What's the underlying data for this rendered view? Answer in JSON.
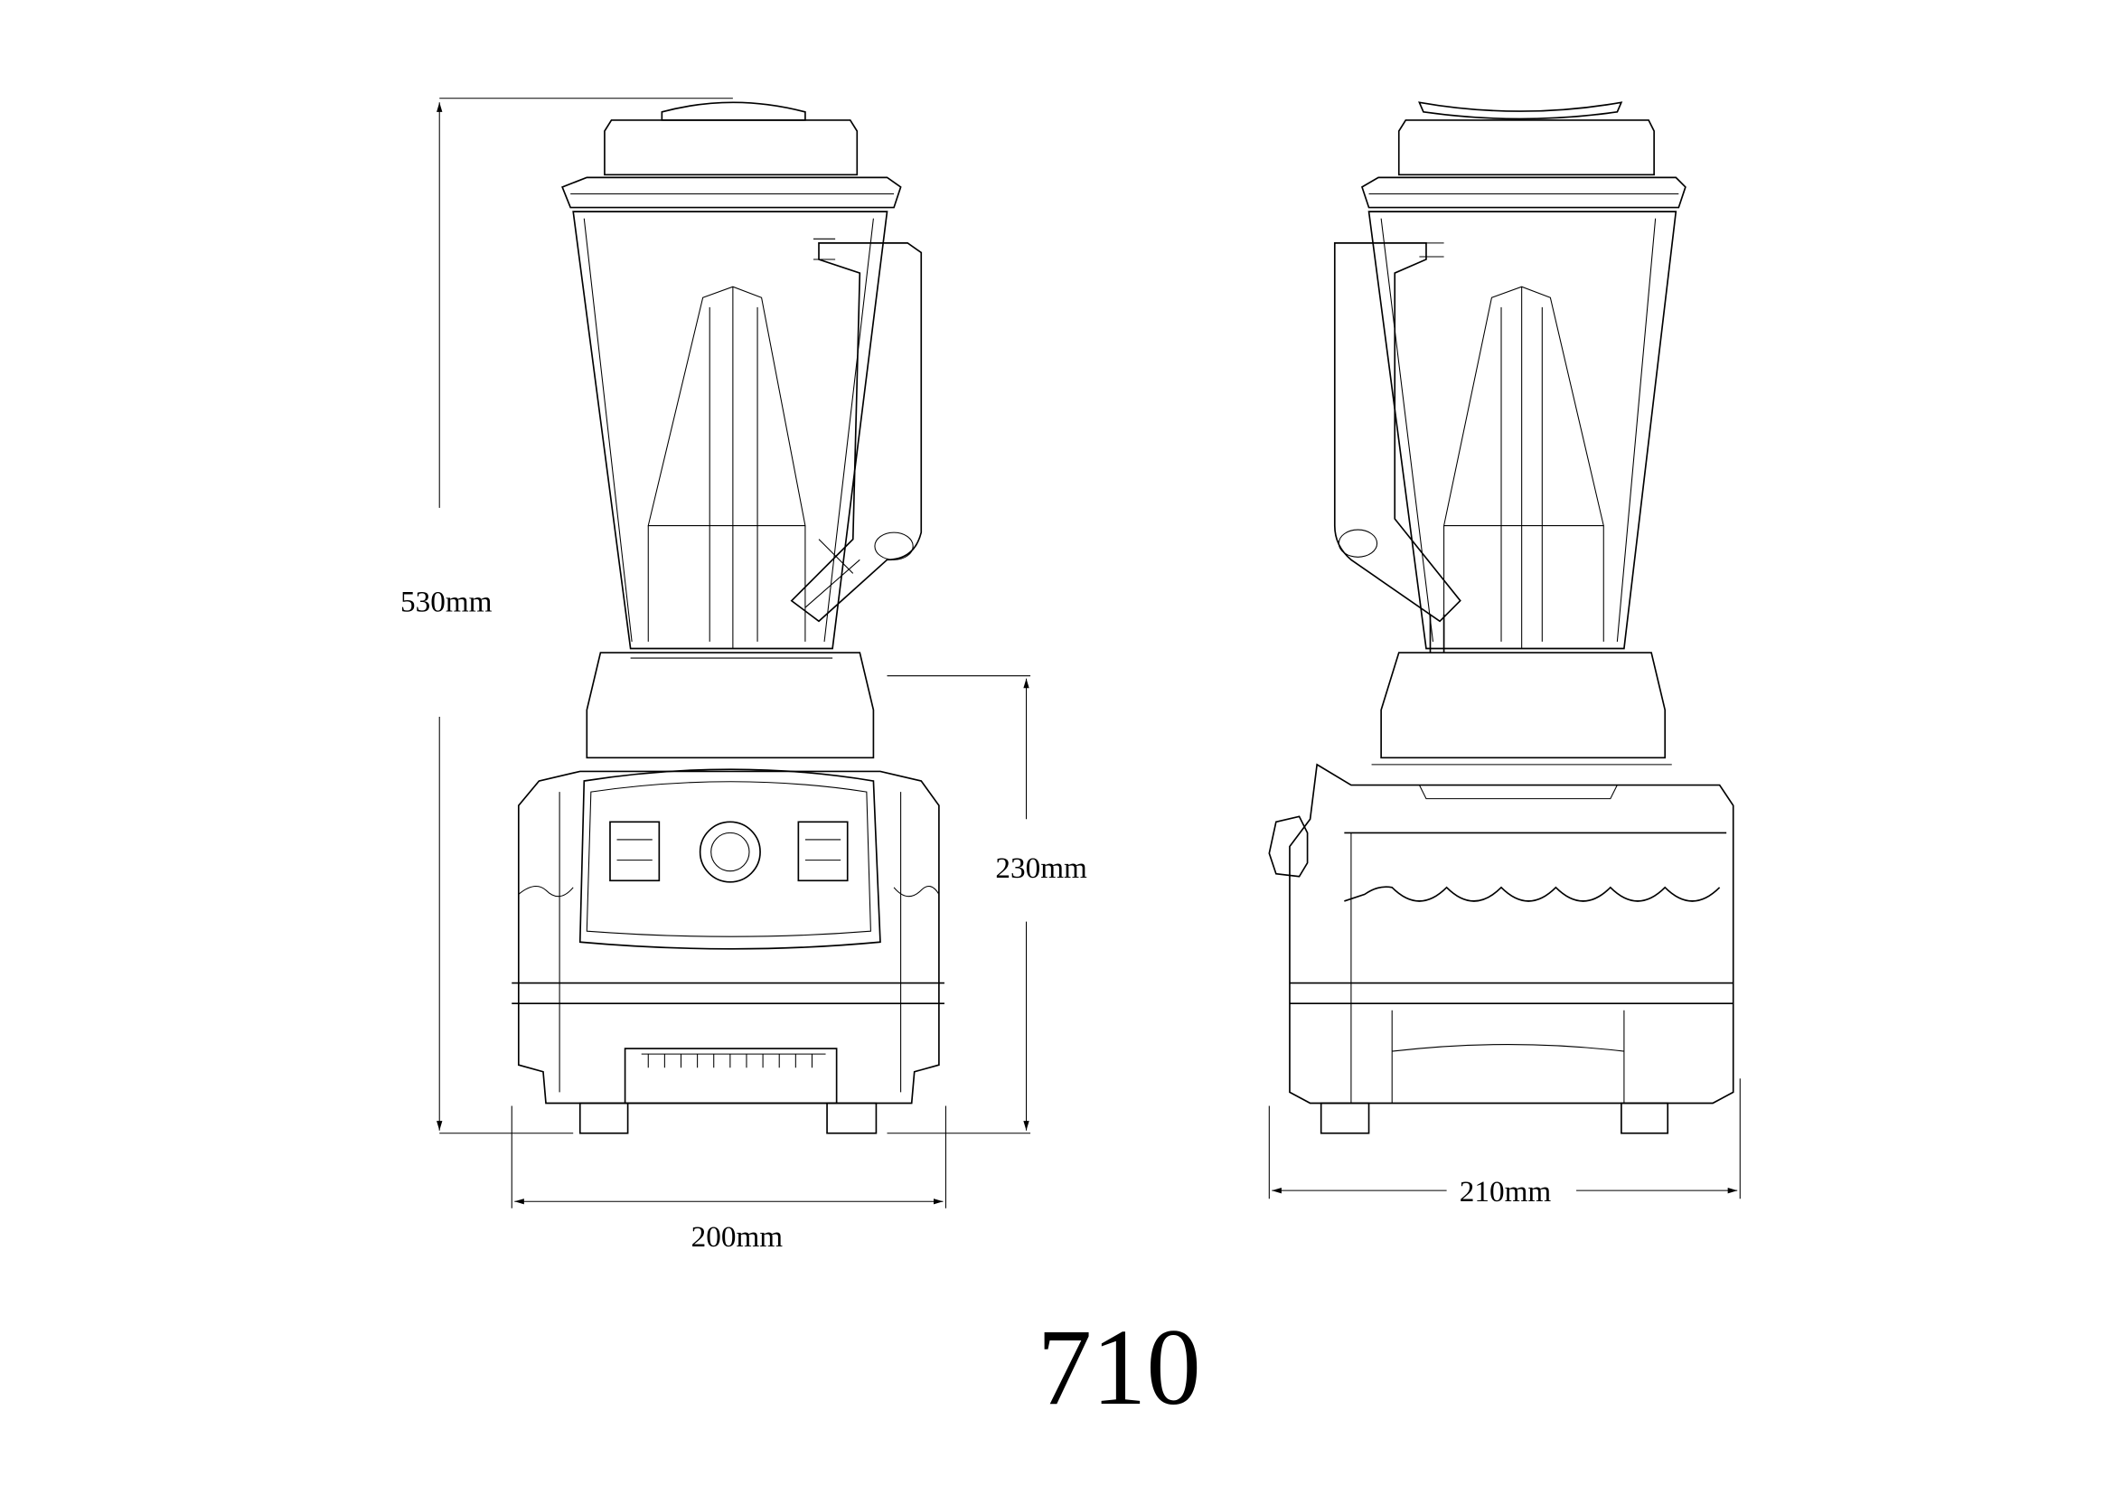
{
  "dimensions": {
    "height_total": "530mm",
    "height_base": "230mm",
    "width_front": "200mm",
    "depth_side": "210mm"
  },
  "model": "710",
  "colors": {
    "line": "#000000",
    "background": "#ffffff"
  }
}
